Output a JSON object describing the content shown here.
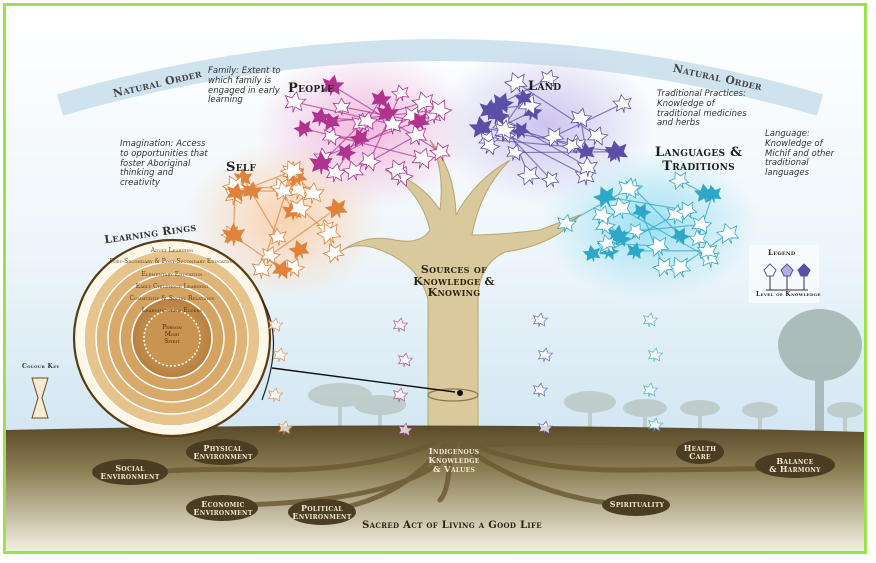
{
  "title_arc_left": "Natural Order",
  "title_arc_right": "Natural Order",
  "clusters": {
    "people": "People",
    "land": "Land",
    "self": "Self",
    "languages": "Languages &\nTraditions"
  },
  "trunk_label": "Sources of\nKnowledge &\nKnowing",
  "roots_label": "Indigenous\nKnowledge\n& Values",
  "bottom_caption": "Sacred Act of Living a Good Life",
  "notes": {
    "family": "Family: Extent to which family is engaged in early learning",
    "imagination": "Imagination: Access to opportunities that foster Aboriginal thinking and creativity",
    "practices": "Traditional Practices: Knowledge of traditional medicines and herbs",
    "language": "Language: Knowledge of Michif and other traditional languages"
  },
  "learning_rings": {
    "title": "Learning Rings",
    "rings": [
      "Adult Learning",
      "Post-Secondary & Post-Secondary Education",
      "Elementary Education",
      "Early Childhood Learning",
      "Community & Social Relations",
      "Learning from Elders"
    ],
    "center": "Person\nMind\nSpirit"
  },
  "colour_key": "Colour Key",
  "legend": {
    "title": "Legend",
    "caption": "Level of Knowledge"
  },
  "environments": {
    "social": "Social\nEnvironment",
    "physical": "Physical\nEnvironment",
    "economic": "Economic\nEnvironment",
    "political": "Political\nEnvironment",
    "spirituality": "Spirituality",
    "health": "Health\nCare",
    "balance": "Balance\n& Harmony"
  },
  "colors": {
    "frame": "#9be24a",
    "people": "#b0338e",
    "land": "#5b4fa8",
    "self": "#e0823a",
    "languages": "#2fa7c8",
    "trunk": "#d8c79b",
    "roots": "#4a3d24"
  }
}
